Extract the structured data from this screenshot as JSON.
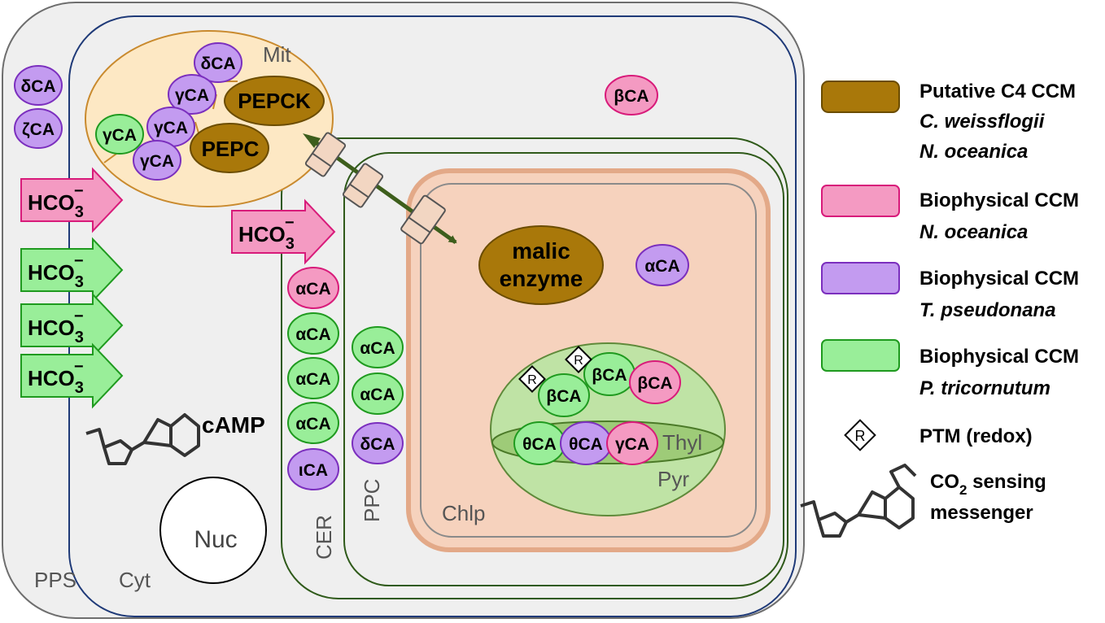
{
  "compartments": {
    "pps": "PPS",
    "cyt": "Cyt",
    "mit": "Mit",
    "cer": "CER",
    "ppc": "PPC",
    "chlp": "Chlp",
    "pyr": "Pyr",
    "thyl": "Thyl",
    "nuc": "Nuc"
  },
  "enzymes": {
    "pepck": "PEPCK",
    "pepc": "PEPC",
    "malic_line1": "malic",
    "malic_line2": "enzyme"
  },
  "carbonic_anhydrases": {
    "pps_delta": "δCA",
    "pps_zeta": "ζCA",
    "mit_delta": "δCA",
    "mit_gamma_top": "γCA",
    "mit_gamma_mid": "γCA",
    "mit_gamma_green": "γCA",
    "mit_gamma_low": "γCA",
    "cyt_beta": "βCA",
    "cer_alpha_pink": "αCA",
    "cer_alpha_1": "αCA",
    "cer_alpha_2": "αCA",
    "cer_alpha_3": "αCA",
    "cer_iota": "ιCA",
    "ppc_alpha_1": "αCA",
    "ppc_alpha_2": "αCA",
    "ppc_delta": "δCA",
    "chlp_alpha": "αCA",
    "pyr_beta_1": "βCA",
    "pyr_beta_2": "βCA",
    "pyr_beta_pink": "βCA",
    "thyl_theta_green": "θCA",
    "thyl_theta_purple": "θCA",
    "thyl_gamma_pink": "γCA"
  },
  "bicarbonate": {
    "base": "HCO",
    "sub": "3",
    "sup": "−"
  },
  "camp_label": "cAMP",
  "ptm_marker": "R",
  "legend": [
    {
      "title": "Putative C4 CCM",
      "species": [
        "C. weissflogii",
        "N. oceanica"
      ],
      "fill": "#b8860b",
      "stroke": "#7a5a00"
    },
    {
      "title": "Biophysical CCM",
      "species": [
        "N. oceanica"
      ],
      "fill": "#f49ac2",
      "stroke": "#d81b7a"
    },
    {
      "title": "Biophysical CCM",
      "species": [
        "T. pseudonana"
      ],
      "fill": "#c39bf0",
      "stroke": "#7b2fbe"
    },
    {
      "title": "Biophysical CCM",
      "species": [
        "P. tricornutum"
      ],
      "fill": "#99ee99",
      "stroke": "#1f9a1f"
    }
  ],
  "legend_ptm": "PTM (redox)",
  "legend_co2": {
    "line1_base": "CO",
    "line1_sub": "2",
    "line1_rest": " sensing",
    "line2": "messenger"
  },
  "colors": {
    "brown": "#a9780a",
    "pink": "#f49ac2",
    "purple": "#c39bf0",
    "green": "#99ee99",
    "cell_bg": "#efefef",
    "chloroplast": "#f6d2bd",
    "pyrenoid": "#bfe3a5"
  }
}
